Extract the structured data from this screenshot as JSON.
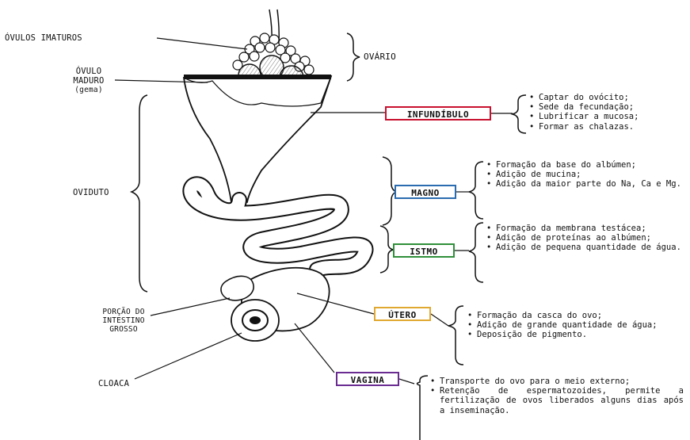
{
  "colors": {
    "infundibulo": "#c8102e",
    "magno": "#2b6cb0",
    "istmo": "#2f8f3a",
    "utero": "#e0a830",
    "vagina": "#6a2c91",
    "ink": "#111111"
  },
  "labels": {
    "ovulos_imaturos": "ÓVULOS IMATUROS",
    "ovario": "OVÁRIO",
    "ovulo_maduro_1": "ÓVULO",
    "ovulo_maduro_2": "MADURO",
    "ovulo_maduro_3": "(gema)",
    "oviduto": "OVIDUTO",
    "porcao_1": "PORÇÃO DO",
    "porcao_2": "INTESTINO",
    "porcao_3": "GROSSO",
    "cloaca": "CLOACA"
  },
  "segments": {
    "infundibulo": {
      "name": "INFUNDÍBULO",
      "functions": [
        "Captar do ovócito;",
        "Sede da fecundação;",
        "Lubrificar a mucosa;",
        "Formar as chalazas."
      ]
    },
    "magno": {
      "name": "MAGNO",
      "functions": [
        "Formação da base do albúmen;",
        "Adição de mucina;",
        "Adição da maior parte do Na, Ca e Mg."
      ]
    },
    "istmo": {
      "name": "ISTMO",
      "functions": [
        "Formação da membrana testácea;",
        "Adição de proteínas ao albúmen;",
        "Adição de pequena quantidade de água."
      ]
    },
    "utero": {
      "name": "ÚTERO",
      "functions": [
        "Formação da casca do ovo;",
        "Adição de grande quantidade de água;",
        "Deposição de pigmento."
      ]
    },
    "vagina": {
      "name": "VAGINA",
      "functions": [
        "Transporte do ovo para o meio externo;",
        "Retenção de espermatozoides, permite a fertilização de ovos liberados alguns dias após a inseminação."
      ]
    }
  }
}
